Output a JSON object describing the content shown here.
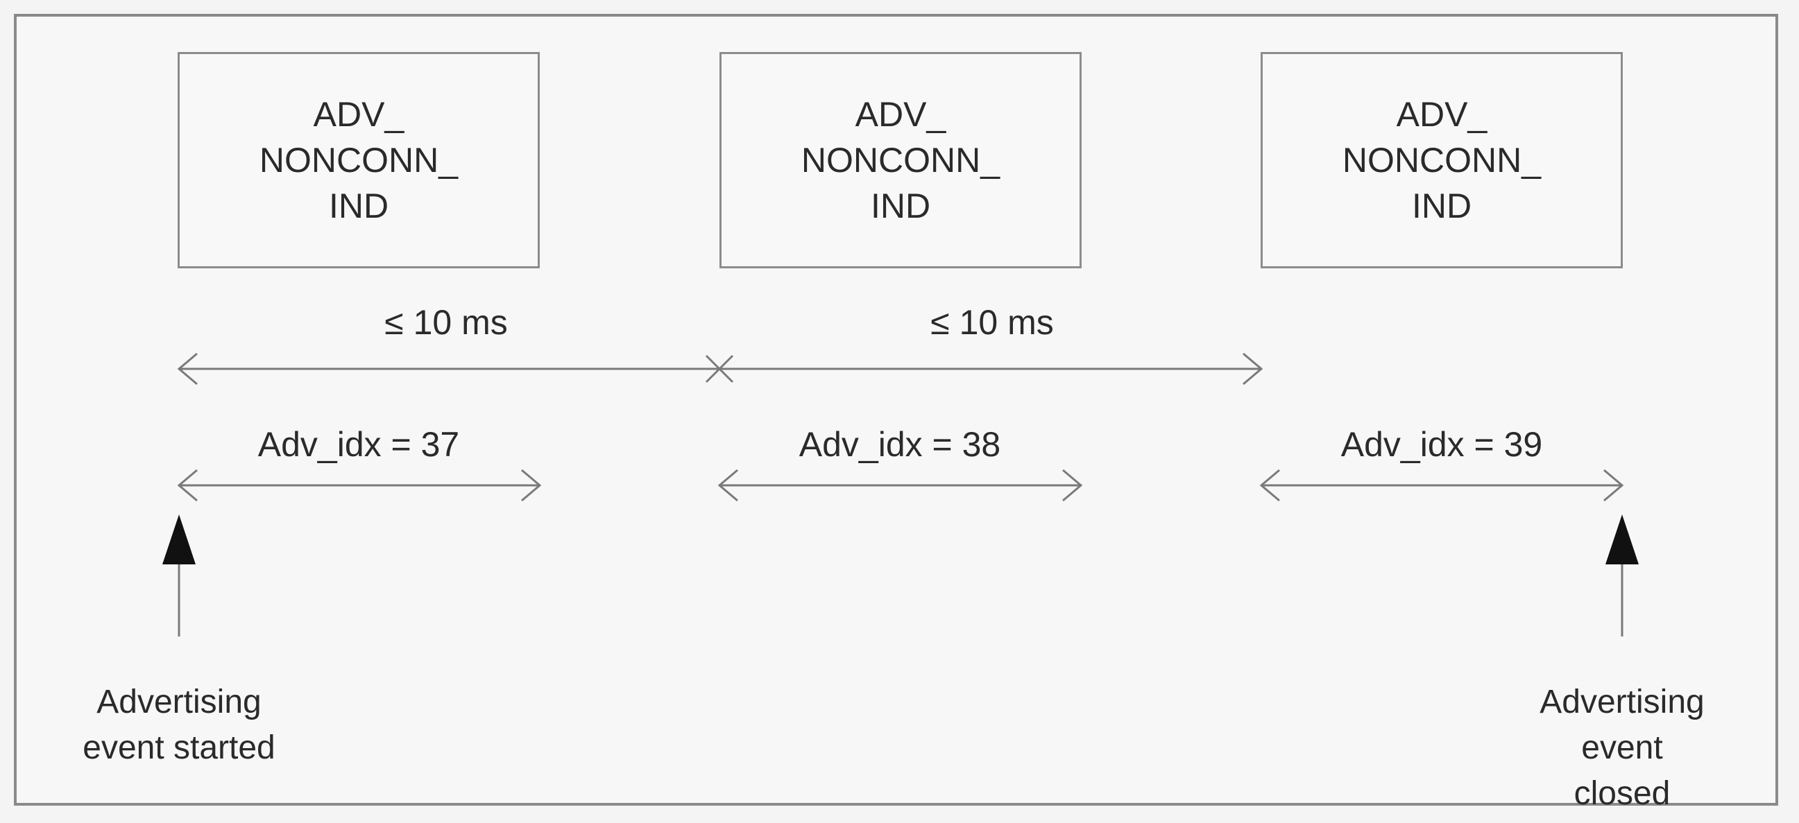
{
  "diagram": {
    "pdu_boxes": [
      {
        "id": "pdu-1",
        "label": "ADV_\nNONCONN_\nIND"
      },
      {
        "id": "pdu-2",
        "label": "ADV_\nNONCONN_\nIND"
      },
      {
        "id": "pdu-3",
        "label": "ADV_\nNONCONN_\nIND"
      }
    ],
    "intervals": [
      {
        "label": "≤ 10 ms"
      },
      {
        "label": "≤ 10 ms"
      }
    ],
    "indices": [
      {
        "label": "Adv_idx = 37"
      },
      {
        "label": "Adv_idx = 38"
      },
      {
        "label": "Adv_idx = 39"
      }
    ],
    "markers": {
      "start": "Advertising\nevent started",
      "end": "Advertising\nevent closed"
    },
    "colors": {
      "line": "#7a7a7a",
      "arrowhead": "#111111",
      "text": "#2a2a2a",
      "border": "#8c8c8c"
    }
  }
}
